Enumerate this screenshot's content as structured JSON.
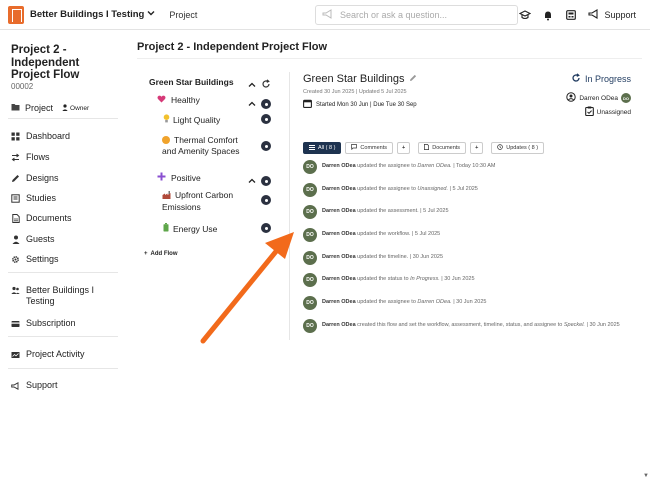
{
  "topbar": {
    "org_name": "Better Buildings I Testing",
    "nav_project": "Project",
    "search_placeholder": "Search or ask a question...",
    "support_label": "Support"
  },
  "sidebar": {
    "project_title": "Project 2 - Independent Project Flow",
    "project_code": "00002",
    "project_label": "Project",
    "owner_label": "Owner",
    "nav": [
      {
        "label": "Dashboard",
        "icon": "dashboard-icon"
      },
      {
        "label": "Flows",
        "icon": "flows-icon"
      },
      {
        "label": "Designs",
        "icon": "pencil-icon"
      },
      {
        "label": "Studies",
        "icon": "studies-icon"
      },
      {
        "label": "Documents",
        "icon": "document-icon"
      },
      {
        "label": "Guests",
        "icon": "person-icon"
      },
      {
        "label": "Settings",
        "icon": "gear-icon"
      }
    ],
    "org_label": "Better Buildings I Testing",
    "subscription_label": "Subscription",
    "activity_label": "Project Activity",
    "support_label": "Support"
  },
  "main": {
    "page_title": "Project 2 - Independent Project Flow",
    "tree": {
      "root": "Green Star Buildings",
      "groups": [
        {
          "label": "Healthy",
          "items": [
            "Light Quality",
            "Thermal Comfort and Amenity Spaces"
          ]
        },
        {
          "label": "Positive",
          "items": [
            "Upfront Carbon Emissions",
            "Energy Use"
          ]
        }
      ],
      "add_flow": "Add Flow"
    },
    "detail": {
      "title": "Green Star Buildings",
      "meta": "Created 30 Jun 2025 | Updated 5 Jul 2025",
      "dates": "Started Mon 30 Jun | Due Tue 30 Sep",
      "status": "In Progress",
      "assignee": "Darren ODea",
      "assignee_initials": "DO",
      "unassigned": "Unassigned"
    },
    "tabs": {
      "all": "All ( 8 )",
      "comments": "Comments",
      "documents": "Documents",
      "updates": "Updates ( 8 )"
    },
    "feed": [
      {
        "user": "Darren ODea",
        "text": "updated the assignee to",
        "em": "Darren ODea.",
        "time": "| Today 10:30 AM"
      },
      {
        "user": "Darren ODea",
        "text": "updated the assignee to",
        "em": "Unassigned.",
        "time": "| 5 Jul 2025"
      },
      {
        "user": "Darren ODea",
        "text": "updated the assessment.",
        "em": "",
        "time": "| 5 Jul 2025"
      },
      {
        "user": "Darren ODea",
        "text": "updated the workflow.",
        "em": "",
        "time": "| 5 Jul 2025"
      },
      {
        "user": "Darren ODea",
        "text": "updated the timeline.",
        "em": "",
        "time": "| 30 Jun 2025"
      },
      {
        "user": "Darren ODea",
        "text": "updated the status to",
        "em": "In Progress.",
        "time": "| 30 Jun 2025"
      },
      {
        "user": "Darren ODea",
        "text": "updated the assignee to",
        "em": "Darren ODea.",
        "time": "| 30 Jun 2025"
      },
      {
        "user": "Darren ODea",
        "text": "created this flow and set the workflow, assessment, timeline, status, and assignee to",
        "em": "Speckel.",
        "time": "| 30 Jun 2025"
      }
    ]
  },
  "colors": {
    "accent_orange": "#e86c2c",
    "status_blue": "#1f3a5f",
    "tab_active": "#1e3350",
    "avatar_green": "#5c6f4d"
  }
}
